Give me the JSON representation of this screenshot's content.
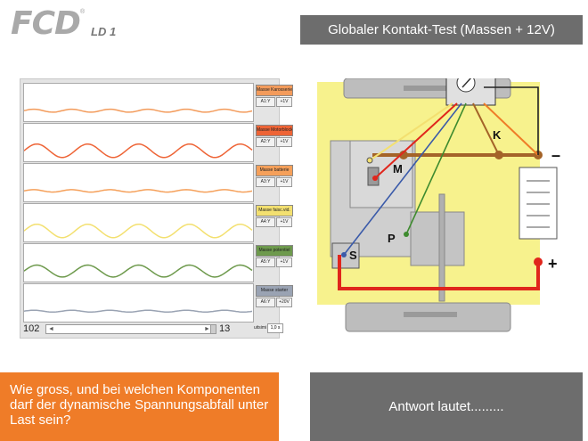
{
  "logo": {
    "brand": "FCD",
    "reg": "®",
    "model": "LD 1"
  },
  "header": {
    "title": "Globaler Kontakt-Test (Massen + 12V)"
  },
  "scope": {
    "channels": [
      {
        "label": "Masse Karosserie",
        "buttons": [
          "A1:Y",
          "+1V"
        ],
        "color": "#f39b5b",
        "amplitude": 0.1,
        "cycles": 6
      },
      {
        "label": "Masse Motorblock",
        "buttons": [
          "A2:Y",
          "+1V"
        ],
        "color": "#ee6436",
        "amplitude": 0.45,
        "cycles": 4.5
      },
      {
        "label": "Masse batterie",
        "buttons": [
          "A3:Y",
          "+1V"
        ],
        "color": "#f5a05a",
        "amplitude": 0.08,
        "cycles": 6
      },
      {
        "label": "Masse faisc.vid.",
        "buttons": [
          "A4:Y",
          "+1V"
        ],
        "color": "#f3e070",
        "amplitude": 0.45,
        "cycles": 4.5
      },
      {
        "label": "Masse potentiel",
        "buttons": [
          "A5:Y",
          "+1V"
        ],
        "color": "#6e9a4d",
        "amplitude": 0.4,
        "cycles": 4.5
      },
      {
        "label": "Masse starter",
        "buttons": [
          "A6:Y",
          "+20V"
        ],
        "color": "#9aa3b3",
        "amplitude": 0.06,
        "cycles": 6
      }
    ],
    "scroll_start": "102",
    "scroll_end": "13",
    "zoom_label": "uitsimi",
    "zoom_value": "1,0 s"
  },
  "diagram": {
    "labels": {
      "m": "M",
      "k": "K",
      "p": "P",
      "s": "S",
      "minus": "–",
      "plus": "+"
    }
  },
  "question": {
    "text": "Wie gross, und bei welchen Komponenten darf der dynamische Spannungsabfall unter Last sein?"
  },
  "answer": {
    "text": "Antwort lautet........."
  },
  "colors": {
    "accent_orange": "#ef7c28",
    "header_grey": "#6d6d6d",
    "body_yellow": "#f7f28d",
    "wire_red": "#e0261c",
    "wire_brown": "#a46328"
  }
}
